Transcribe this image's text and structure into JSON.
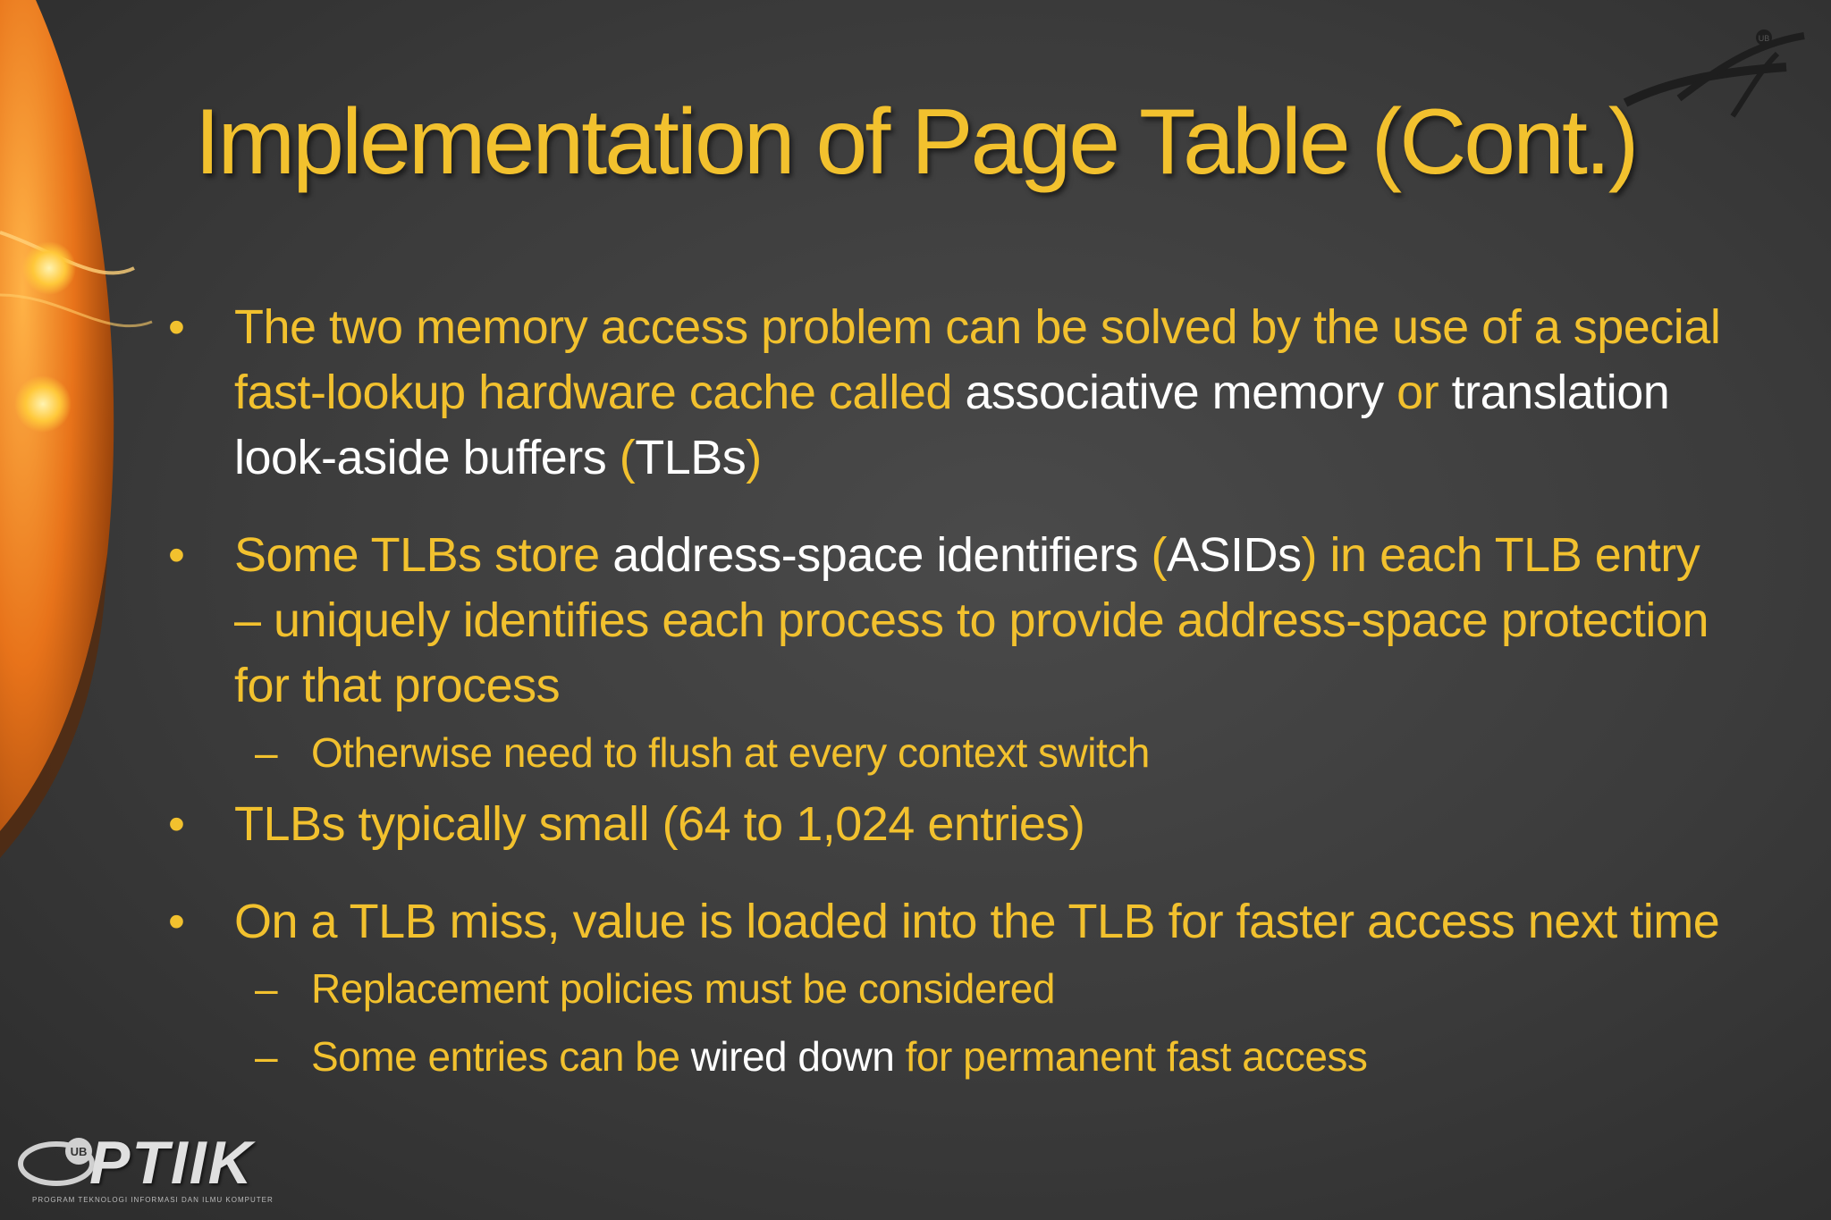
{
  "slide": {
    "title": "Implementation of Page Table (Cont.)",
    "bullets": [
      {
        "level": 1,
        "parts": [
          {
            "text": "The two memory access problem can be solved by the use of a special fast-lookup hardware cache called ",
            "tone": "yellow"
          },
          {
            "text": "associative memory",
            "tone": "white"
          },
          {
            "text": " or ",
            "tone": "yellow"
          },
          {
            "text": "translation look-aside buffers",
            "tone": "white"
          },
          {
            "text": " (",
            "tone": "yellow"
          },
          {
            "text": "TLBs",
            "tone": "white"
          },
          {
            "text": ")",
            "tone": "yellow"
          }
        ]
      },
      {
        "level": 1,
        "parts": [
          {
            "text": "Some TLBs store ",
            "tone": "yellow"
          },
          {
            "text": "address-space identifiers",
            "tone": "white"
          },
          {
            "text": " (",
            "tone": "yellow"
          },
          {
            "text": "ASIDs",
            "tone": "white"
          },
          {
            "text": ") in each TLB entry – uniquely identifies each process to provide address-space protection for that process",
            "tone": "yellow"
          }
        ]
      },
      {
        "level": 2,
        "parts": [
          {
            "text": "Otherwise need to flush at every context switch",
            "tone": "yellow"
          }
        ]
      },
      {
        "level": 1,
        "parts": [
          {
            "text": "TLBs typically small (64 to 1,024 entries)",
            "tone": "yellow"
          }
        ]
      },
      {
        "level": 1,
        "parts": [
          {
            "text": "On a TLB miss, value is loaded into the TLB for faster access next time",
            "tone": "yellow"
          }
        ]
      },
      {
        "level": 2,
        "parts": [
          {
            "text": "Replacement policies must be considered",
            "tone": "yellow"
          }
        ]
      },
      {
        "level": 2,
        "parts": [
          {
            "text": "Some entries can be ",
            "tone": "yellow"
          },
          {
            "text": "wired down",
            "tone": "white"
          },
          {
            "text": " for permanent fast access",
            "tone": "yellow"
          }
        ]
      }
    ],
    "bullet_marker": "•",
    "sub_marker": "–"
  },
  "branding": {
    "logo_text": "PTIIK",
    "logo_badge": "UB",
    "logo_subtitle": "PROGRAM TEKNOLOGI INFORMASI DAN ILMU KOMPUTER",
    "corner_badge": "UB"
  },
  "colors": {
    "title": "#f2c12e",
    "text_yellow": "#f2c12e",
    "text_white": "#ffffff",
    "background": "#3b3b3b",
    "accent_orange": "#e8731a"
  },
  "icons": [
    "corner-swoosh-logo",
    "ptiik-logo",
    "orange-swirl-decoration"
  ]
}
